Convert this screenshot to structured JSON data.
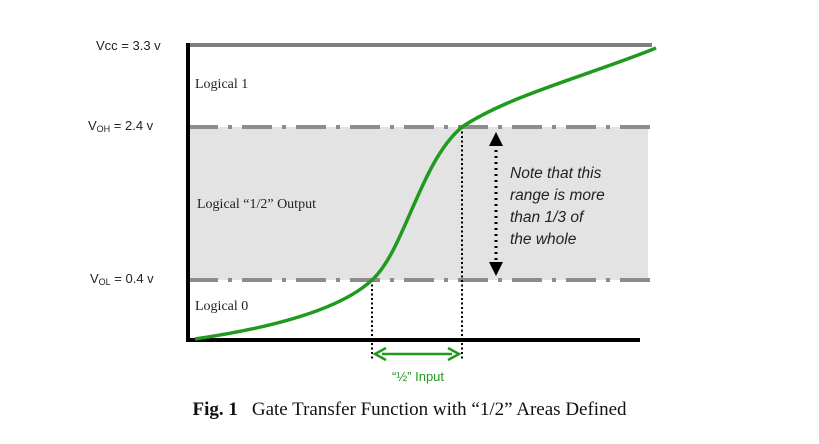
{
  "levels": {
    "vcc": {
      "prefix": "Vcc = 3.3 v"
    },
    "voh": {
      "main": "V",
      "sub": "OH",
      "rest": " = 2.4 v"
    },
    "vol": {
      "main": "V",
      "sub": "OL",
      "rest": " = 0.4 v"
    }
  },
  "regions": {
    "logical_1": "Logical 1",
    "logical_half": "Logical “1/2” Output",
    "logical_0": "Logical 0"
  },
  "note_lines": [
    "Note that this",
    "range is more",
    "than 1/3 of",
    "the whole"
  ],
  "input_label": "“½” Input",
  "caption": {
    "number": "Fig. 1",
    "text": "Gate Transfer Function with “1/2” Areas Defined"
  },
  "colors": {
    "curve": "#1f9a1f",
    "band": "#e3e3e3",
    "rail": "#808080",
    "axis": "#000000"
  }
}
